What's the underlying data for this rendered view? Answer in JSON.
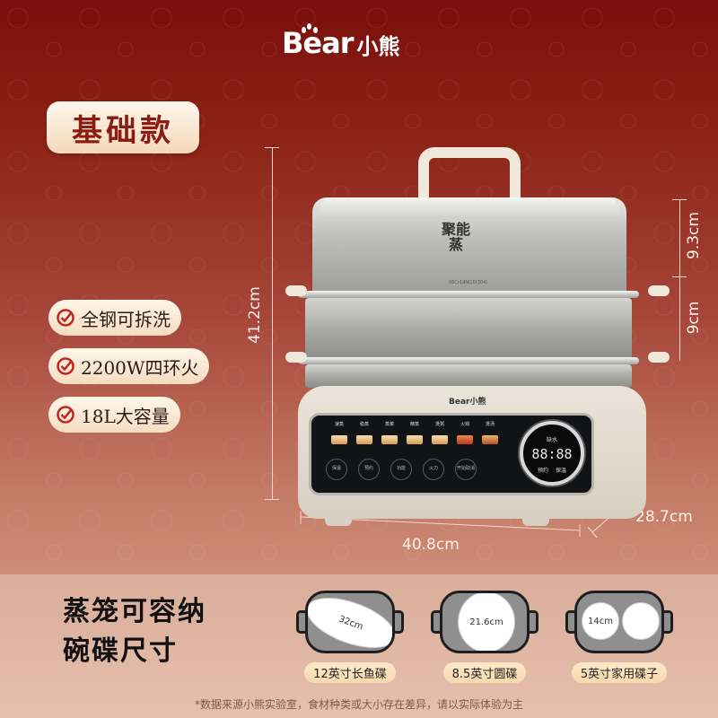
{
  "brand": {
    "logo_en": "Bear",
    "logo_zh": "小熊"
  },
  "edition_badge": "基础款",
  "features": [
    {
      "icon": "check-circle-icon",
      "label": "全钢可拆洗"
    },
    {
      "icon": "check-circle-icon",
      "label": "2200W四环火"
    },
    {
      "icon": "check-circle-icon",
      "label": "18L大容量"
    }
  ],
  "dimensions": {
    "height_total": "41.2cm",
    "tier_top": "9.3cm",
    "tier_bottom": "9cm",
    "width": "40.8cm",
    "depth": "28.7cm"
  },
  "product": {
    "lid_logo": "聚能蒸",
    "lid_model": "06Cr19Ni10(304)",
    "base_brand": "Bear小熊",
    "modes": [
      {
        "label": "速蒸"
      },
      {
        "label": "稳蒸"
      },
      {
        "label": "蒸菜"
      },
      {
        "label": "精蒸"
      },
      {
        "label": "煲粥"
      },
      {
        "label": "火锅"
      },
      {
        "label": "煲汤"
      }
    ],
    "keys": [
      "保温",
      "预约",
      "功能",
      "火力",
      "开始取消"
    ],
    "display": {
      "top_label": "缺水",
      "time": "88:88",
      "bottom_left": "预约",
      "bottom_right": "保温"
    }
  },
  "capacity_section": {
    "title_line1": "蒸笼可容纳",
    "title_line2": "碗碟尺寸",
    "dishes": [
      {
        "measure": "32cm",
        "label": "12英寸长鱼碟"
      },
      {
        "measure": "21.6cm",
        "label": "8.5英寸圆碟"
      },
      {
        "measure": "14cm",
        "label": "5英寸家用碟子"
      }
    ],
    "footnote": "*数据来源小熊实验室，食材种类或大小存在差异，请以实际体验为主"
  },
  "colors": {
    "top_bg": "#7a0f0b",
    "accent_text": "#8a1c12",
    "badge_bg": "#f5dcc1",
    "bottom_bg": "#e0b6a2"
  }
}
